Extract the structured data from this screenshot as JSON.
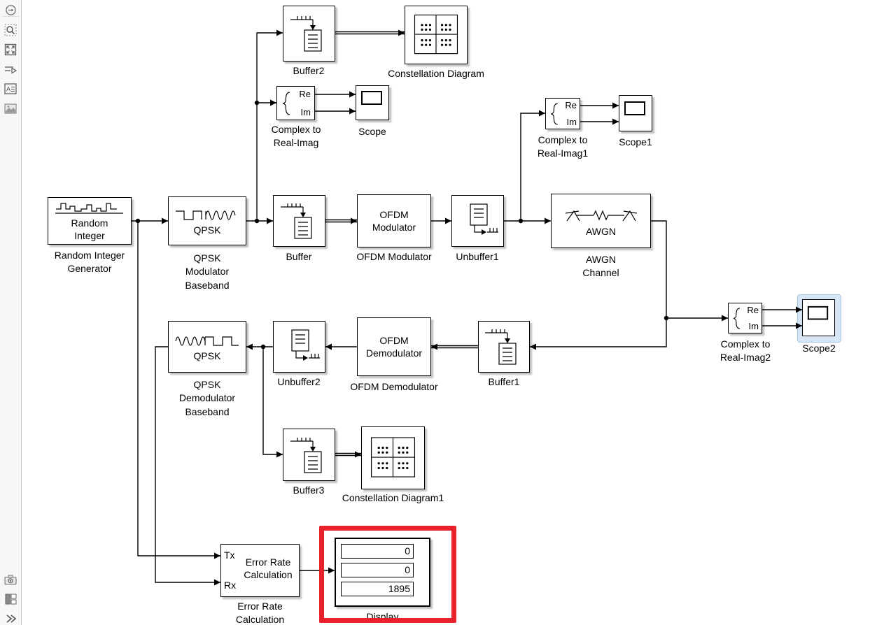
{
  "palette": {
    "icons": [
      "hide-palette",
      "zoom-region",
      "fit-to-view",
      "route-signals",
      "annotation",
      "image",
      "screenshot-camera",
      "viewmarks",
      "expand-more"
    ]
  },
  "blocks": {
    "random_integer": {
      "inner": "Random Integer",
      "label": "Random Integer Generator"
    },
    "qpsk_mod": {
      "inner": "QPSK",
      "label": "QPSK Modulator Baseband"
    },
    "buffer": {
      "label": "Buffer"
    },
    "ofdm_mod": {
      "inner": "OFDM Modulator",
      "label": "OFDM Modulator"
    },
    "unbuffer1": {
      "label": "Unbuffer1"
    },
    "awgn": {
      "inner": "AWGN",
      "label": "AWGN Channel"
    },
    "buffer2": {
      "label": "Buffer2"
    },
    "constellation": {
      "label": "Constellation Diagram"
    },
    "c2ri": {
      "re": "Re",
      "im": "Im",
      "label": "Complex to Real-Imag"
    },
    "scope": {
      "label": "Scope"
    },
    "c2ri1": {
      "re": "Re",
      "im": "Im",
      "label": "Complex to Real-Imag1"
    },
    "scope1": {
      "label": "Scope1"
    },
    "qpsk_demod": {
      "inner": "QPSK",
      "label": "QPSK Demodulator Baseband"
    },
    "unbuffer2": {
      "label": "Unbuffer2"
    },
    "ofdm_demod": {
      "inner": "OFDM Demodulator",
      "label": "OFDM Demodulator"
    },
    "buffer1": {
      "label": "Buffer1"
    },
    "c2ri2": {
      "re": "Re",
      "im": "Im",
      "label": "Complex to Real-Imag2"
    },
    "scope2": {
      "label": "Scope2",
      "selected": true
    },
    "buffer3": {
      "label": "Buffer3"
    },
    "constellation1": {
      "label": "Constellation Diagram1"
    },
    "error_rate": {
      "tx": "Tx",
      "rx": "Rx",
      "inner": "Error Rate Calculation",
      "label": "Error Rate Calculation"
    },
    "display": {
      "values": [
        "0",
        "0",
        "1895"
      ],
      "label": "Display"
    }
  },
  "colors": {
    "annotation_red": "#e8222a",
    "selection_fill": "#d6e6f5",
    "selection_border": "#a6c5e4",
    "wire": "#000000",
    "canvas_bg": "#ffffff"
  }
}
